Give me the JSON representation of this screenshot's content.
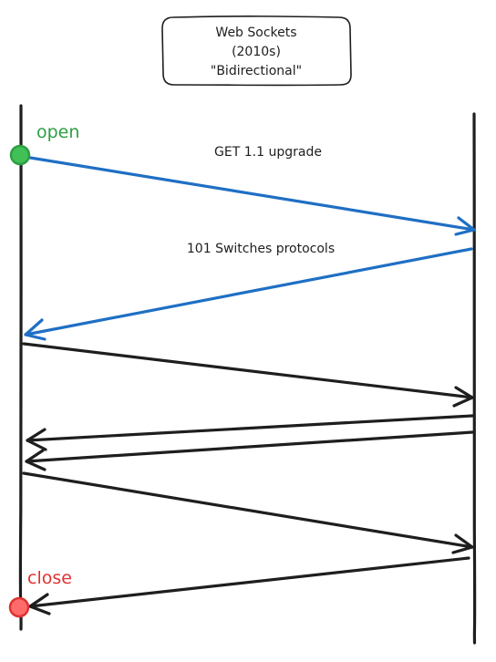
{
  "title": {
    "lines": [
      "Web Sockets",
      "(2010s)",
      "\"Bidirectional\""
    ]
  },
  "states": {
    "open_label": "open",
    "close_label": "close"
  },
  "messages": {
    "upgrade_label": "GET 1.1 upgrade",
    "switch_label": "101 Switches protocols"
  },
  "colors": {
    "ink": "#1e1e1e",
    "handshake": "#1f6fc4",
    "open": "#2f9e44",
    "close": "#e03131",
    "open_fill": "#40c057",
    "close_fill": "#ff6b6b"
  }
}
